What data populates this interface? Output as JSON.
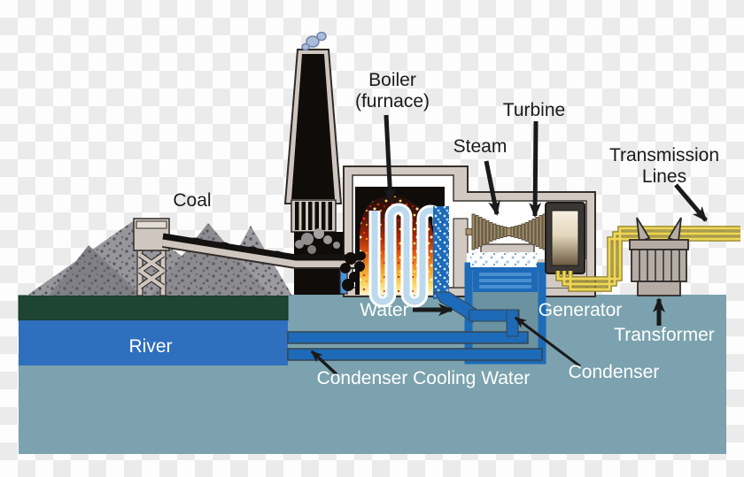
{
  "title": "Coal-fired power plant diagram",
  "labels": {
    "coal": "Coal",
    "boiler_line1": "Boiler",
    "boiler_line2": "(furnace)",
    "steam": "Steam",
    "turbine": "Turbine",
    "transmission_line1": "Transmission",
    "transmission_line2": "Lines",
    "water": "Water",
    "generator": "Generator",
    "river": "River",
    "condenser_cooling_water": "Condenser Cooling Water",
    "condenser": "Condenser",
    "transformer": "Transformer"
  },
  "colors": {
    "checker_light": "#fdfdfd",
    "checker_dark": "#ebebeb",
    "ground_teal": "#7ba2ae",
    "ground_teal_dark": "#6b92a0",
    "grass_green": "#1e4433",
    "river_blue": "#2e6fbe",
    "pipe_blue": "#1d6ab8",
    "pipe_blue_light": "#4a8fd0",
    "building_beige": "#d2cac2",
    "building_outline": "#332f2c",
    "stack_black": "#0f0c0a",
    "coal_gray_light": "#97979b",
    "coal_gray_dark": "#808086",
    "turbine_tan": "#a5916b",
    "generator_frame": "#3a3735",
    "wire_yellow": "#edd75c",
    "wire_gold": "#8f7d20",
    "transformer_gray": "#b5aca6",
    "fire_orange": "#e06112",
    "fire_yellow": "#f8d96a",
    "smoke_blue": "#aabdd8",
    "label_black": "#1a1a1a",
    "label_white": "#ffffff"
  }
}
